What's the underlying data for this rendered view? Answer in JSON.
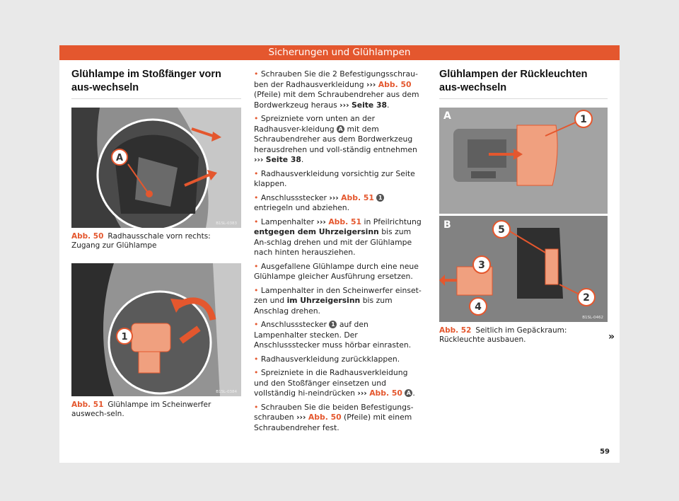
{
  "header": "Sicherungen und Glühlampen",
  "left": {
    "title": "Glühlampe im Stoßfänger vorn aus-wechseln",
    "fig50": {
      "label": "Abb. 50",
      "caption": "Radhausschale vorn rechts: Zugang zur Glühlampe",
      "code": "B1SL-0383",
      "callout": "A"
    },
    "fig51": {
      "label": "Abb. 51",
      "caption": "Glühlampe im Scheinwerfer auswech-seln.",
      "code": "B1SL-0384",
      "callout": "1"
    }
  },
  "middle": {
    "b1_a": "Schrauben Sie die 2 Befestigungsschrau-ben der Radhausverkleidung",
    "b1_ref": "Abb. 50",
    "b1_b": "(Pfeile) mit dem Schraubendreher aus dem Bordwerkzeug heraus",
    "b1_ref2": "Seite 38",
    "b2_a": "Spreizniete vorn unten an der Radhausver-kleidung",
    "b2_c": "A",
    "b2_b": "mit dem Schraubendreher aus dem Bordwerkzeug herausdrehen und voll-ständig entnehmen",
    "b2_ref": "Seite 38",
    "b3": "Radhausverkleidung vorsichtig zur Seite klappen.",
    "b4_a": "Anschlussstecker",
    "b4_ref": "Abb. 51",
    "b4_c": "1",
    "b4_b": "entriegeln und abziehen.",
    "b5_a": "Lampenhalter",
    "b5_ref": "Abb. 51",
    "b5_b": "in Pfeilrichtung",
    "b5_bold": "entgegen dem Uhrzeigersinn",
    "b5_c": "bis zum An-schlag drehen und mit der Glühlampe nach hinten herausziehen.",
    "b6": "Ausgefallene Glühlampe durch eine neue Glühlampe gleicher Ausführung ersetzen.",
    "b7_a": "Lampenhalter in den Scheinwerfer einset-zen und",
    "b7_bold": "im Uhrzeigersinn",
    "b7_b": "bis zum Anschlag drehen.",
    "b8_a": "Anschlussstecker",
    "b8_c": "1",
    "b8_b": "auf den Lampenhalter stecken. Der Anschlussstecker muss hörbar einrasten.",
    "b9": "Radhausverkleidung zurückklappen.",
    "b10_a": "Spreizniete in die Radhausverkleidung und den Stoßfänger einsetzen und vollständig hi-neindrücken",
    "b10_ref": "Abb. 50",
    "b10_c": "A",
    "b11_a": "Schrauben Sie die beiden Befestigungs-schrauben",
    "b11_ref": "Abb. 50",
    "b11_b": "(Pfeile) mit einem Schraubendreher fest."
  },
  "right": {
    "title": "Glühlampen der Rückleuchten aus-wechseln",
    "fig52": {
      "label": "Abb. 52",
      "caption": "Seitlich im Gepäckraum: Rückleuchte ausbauen.",
      "code": "B1SL-0462",
      "panelA": "A",
      "panelB": "B",
      "c1": "1",
      "c2": "2",
      "c3": "3",
      "c4": "4",
      "c5": "5"
    }
  },
  "continue": "»",
  "page_number": "59",
  "colors": {
    "accent": "#e4572e"
  }
}
